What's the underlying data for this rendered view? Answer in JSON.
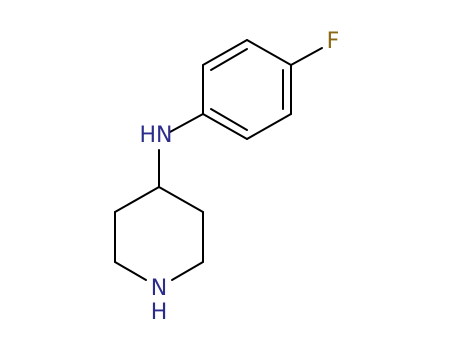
{
  "atoms": {
    "fluorine": {
      "symbol": "F",
      "color": "#8b6914"
    },
    "amine_nitrogen": {
      "symbol": "HN",
      "color": "#2c2c8c"
    },
    "ring_nitrogen": {
      "symbol": "N",
      "color": "#2c2c8c"
    },
    "ring_nitrogen_hydrogen": {
      "symbol": "H",
      "color": "#2c2c8c"
    }
  },
  "colors": {
    "bond": "#000000",
    "background": "#ffffff"
  }
}
